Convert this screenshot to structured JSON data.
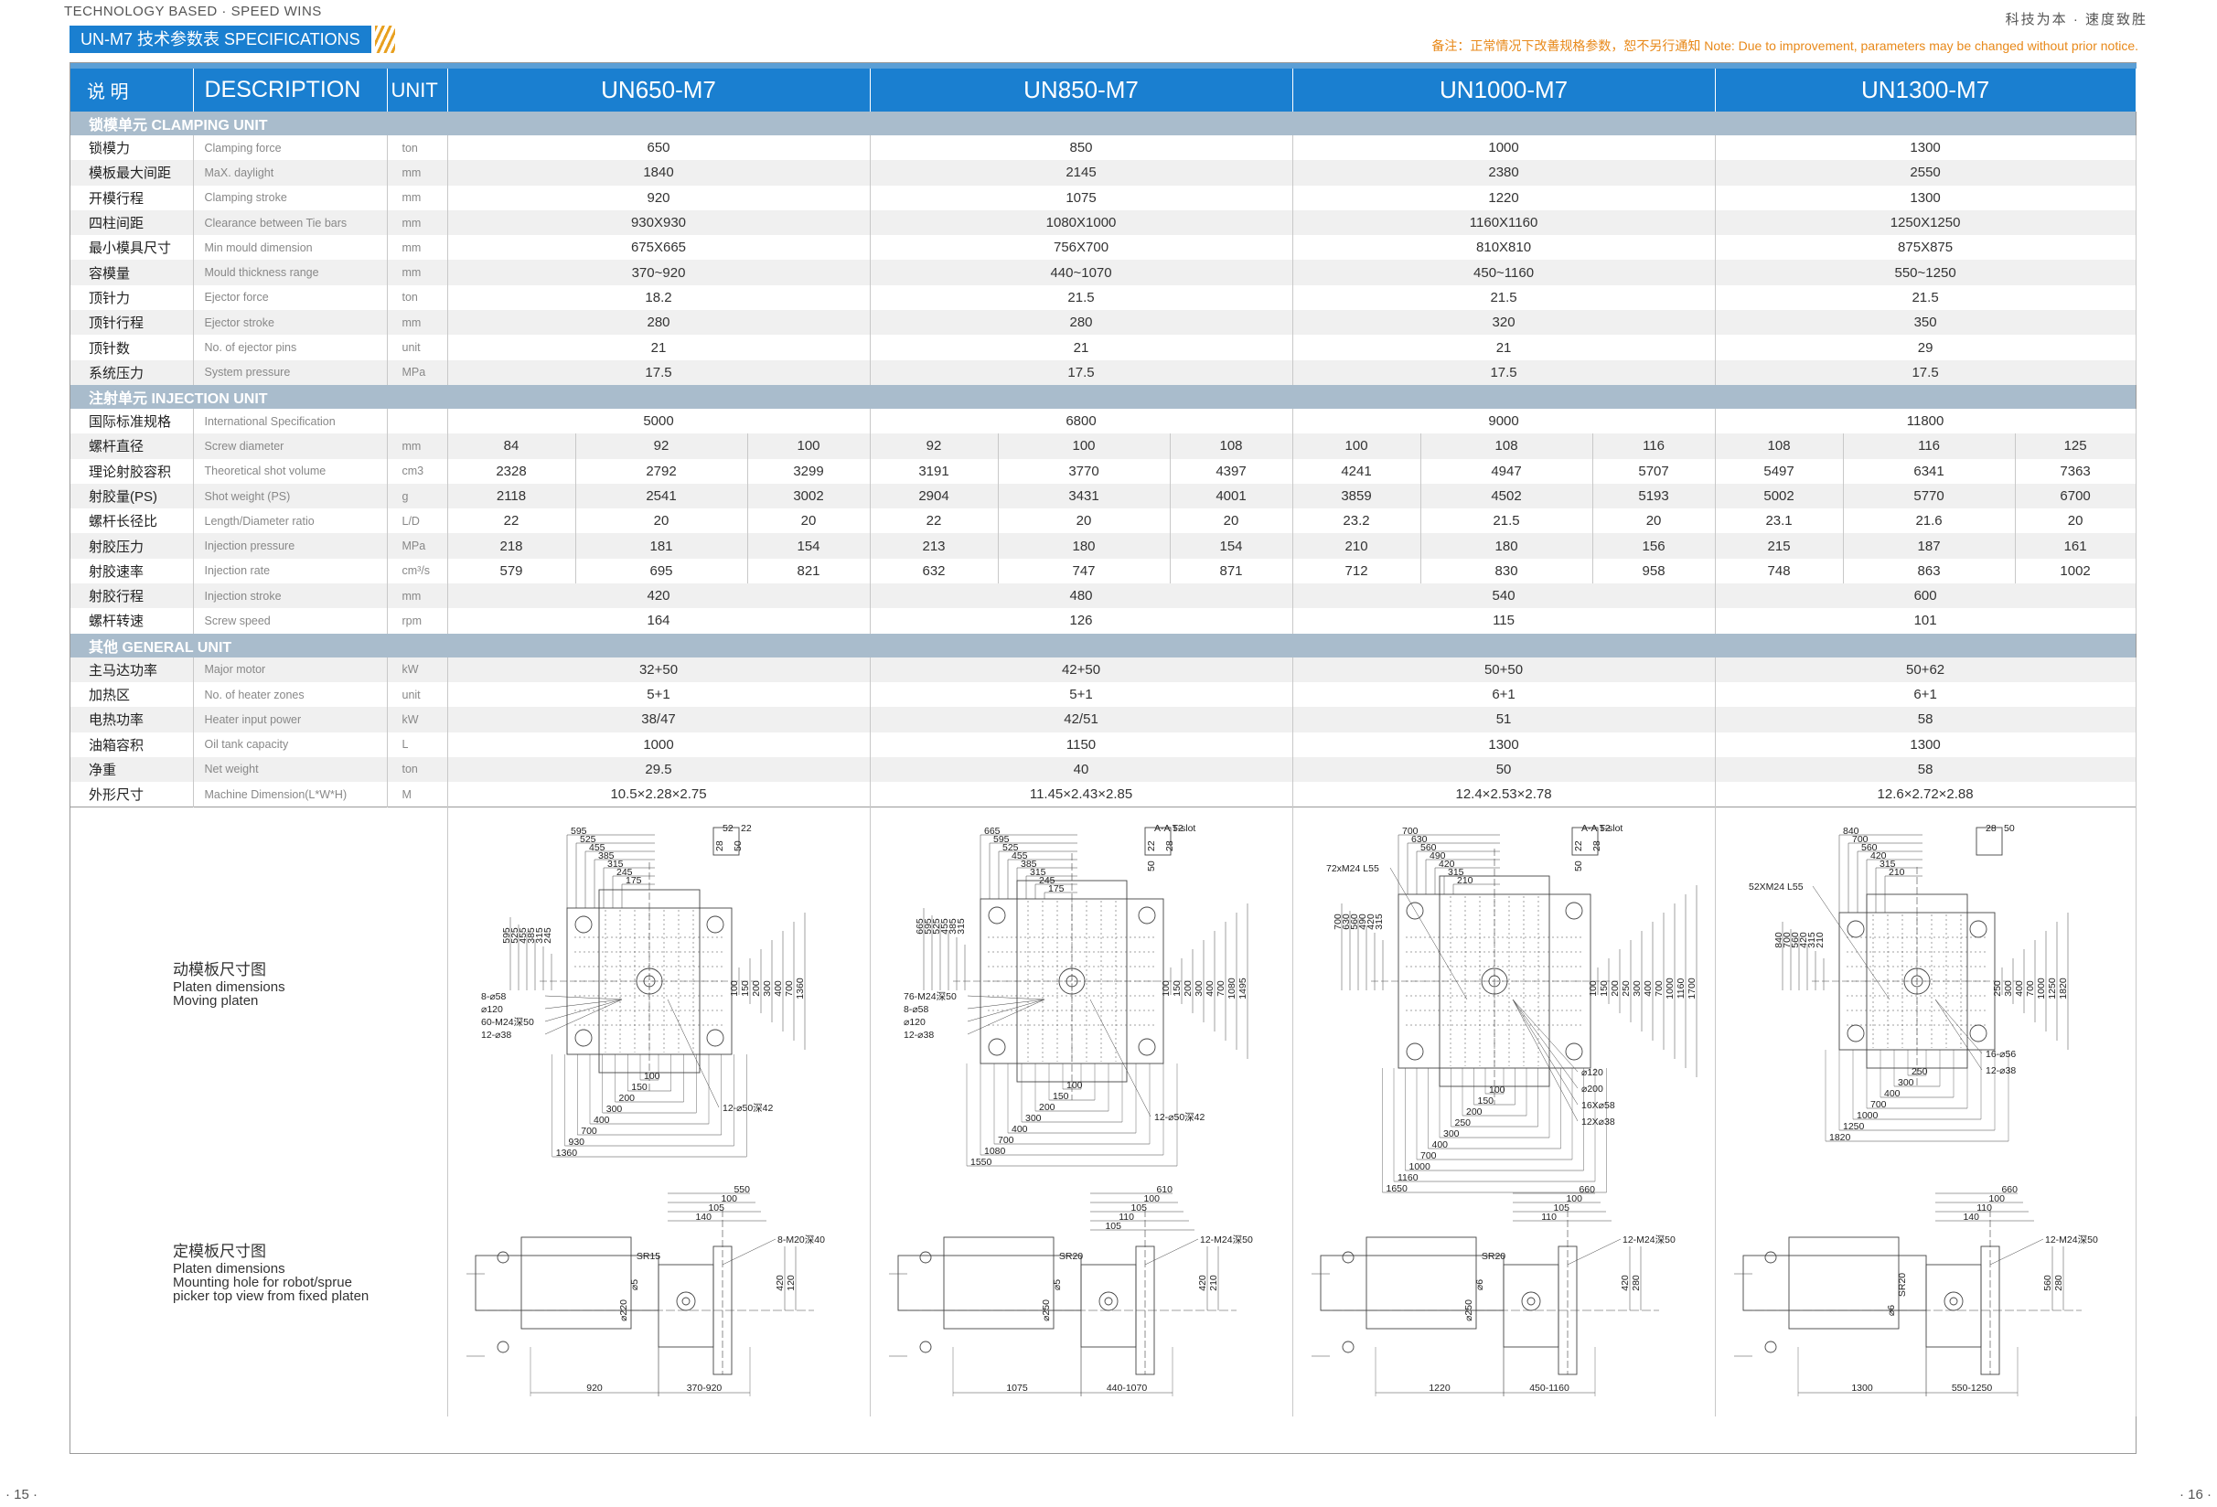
{
  "top_left": "TECHNOLOGY BASED · SPEED WINS",
  "top_right": "科技为本 · 速度致胜",
  "title": "UN-M7 技术参数表 SPECIFICATIONS",
  "note": "备注：正常情况下改善规格参数，恕不另行通知  Note: Due to improvement, parameters may be changed without prior notice.",
  "header": {
    "cn": "说  明",
    "desc": "DESCRIPTION",
    "unit": "UNIT",
    "models": [
      "UN650-M7",
      "UN850-M7",
      "UN1000-M7",
      "UN1300-M7"
    ]
  },
  "sections": [
    {
      "title": "锁模单元  CLAMPING UNIT",
      "rows": [
        {
          "cn": "锁模力",
          "en": "Clamping force",
          "unit": "ton",
          "values": [
            "650",
            "850",
            "1000",
            "1300"
          ]
        },
        {
          "cn": "模板最大间距",
          "en": "MaX. daylight",
          "unit": "mm",
          "values": [
            "1840",
            "2145",
            "2380",
            "2550"
          ]
        },
        {
          "cn": "开模行程",
          "en": "Clamping stroke",
          "unit": "mm",
          "values": [
            "920",
            "1075",
            "1220",
            "1300"
          ]
        },
        {
          "cn": "四柱间距",
          "en": "Clearance between Tie bars",
          "unit": "mm",
          "values": [
            "930X930",
            "1080X1000",
            "1160X1160",
            "1250X1250"
          ]
        },
        {
          "cn": "最小模具尺寸",
          "en": "Min mould dimension",
          "unit": "mm",
          "values": [
            "675X665",
            "756X700",
            "810X810",
            "875X875"
          ]
        },
        {
          "cn": "容模量",
          "en": "Mould thickness range",
          "unit": "mm",
          "values": [
            "370~920",
            "440~1070",
            "450~1160",
            "550~1250"
          ]
        },
        {
          "cn": "顶针力",
          "en": "Ejector force",
          "unit": "ton",
          "values": [
            "18.2",
            "21.5",
            "21.5",
            "21.5"
          ]
        },
        {
          "cn": "顶针行程",
          "en": "Ejector stroke",
          "unit": "mm",
          "values": [
            "280",
            "280",
            "320",
            "350"
          ]
        },
        {
          "cn": "顶针数",
          "en": "No. of ejector pins",
          "unit": "unit",
          "values": [
            "21",
            "21",
            "21",
            "29"
          ]
        },
        {
          "cn": "系统压力",
          "en": "System pressure",
          "unit": "MPa",
          "values": [
            "17.5",
            "17.5",
            "17.5",
            "17.5"
          ]
        }
      ]
    },
    {
      "title": "注射单元  INJECTION UNIT",
      "rows": [
        {
          "cn": "国际标准规格",
          "en": "International Specification",
          "unit": "",
          "values": [
            "5000",
            "6800",
            "9000",
            "11800"
          ]
        },
        {
          "cn": "螺杆直径",
          "en": "Screw diameter",
          "unit": "mm",
          "values": [
            "84",
            "92",
            "100",
            "92",
            "100",
            "108",
            "100",
            "108",
            "116",
            "108",
            "116",
            "125"
          ]
        },
        {
          "cn": "理论射胶容积",
          "en": "Theoretical shot volume",
          "unit": "cm3",
          "values": [
            "2328",
            "2792",
            "3299",
            "3191",
            "3770",
            "4397",
            "4241",
            "4947",
            "5707",
            "5497",
            "6341",
            "7363"
          ]
        },
        {
          "cn": "射胶量(PS)",
          "en": "Shot weight (PS)",
          "unit": "g",
          "values": [
            "2118",
            "2541",
            "3002",
            "2904",
            "3431",
            "4001",
            "3859",
            "4502",
            "5193",
            "5002",
            "5770",
            "6700"
          ]
        },
        {
          "cn": "螺杆长径比",
          "en": "Length/Diameter ratio",
          "unit": "L/D",
          "values": [
            "22",
            "20",
            "20",
            "22",
            "20",
            "20",
            "23.2",
            "21.5",
            "20",
            "23.1",
            "21.6",
            "20"
          ]
        },
        {
          "cn": "射胶压力",
          "en": "Injection pressure",
          "unit": "MPa",
          "values": [
            "218",
            "181",
            "154",
            "213",
            "180",
            "154",
            "210",
            "180",
            "156",
            "215",
            "187",
            "161"
          ]
        },
        {
          "cn": "射胶速率",
          "en": "Injection rate",
          "unit": "cm³/s",
          "values": [
            "579",
            "695",
            "821",
            "632",
            "747",
            "871",
            "712",
            "830",
            "958",
            "748",
            "863",
            "1002"
          ]
        },
        {
          "cn": "射胶行程",
          "en": "Injection stroke",
          "unit": "mm",
          "values": [
            "420",
            "480",
            "540",
            "600"
          ]
        },
        {
          "cn": "螺杆转速",
          "en": "Screw speed",
          "unit": "rpm",
          "values": [
            "164",
            "126",
            "115",
            "101"
          ]
        }
      ]
    },
    {
      "title": "其他        GENERAL UNIT",
      "rows": [
        {
          "cn": "主马达功率",
          "en": "Major motor",
          "unit": "kW",
          "values": [
            "32+50",
            "42+50",
            "50+50",
            "50+62"
          ]
        },
        {
          "cn": "加热区",
          "en": "No. of heater zones",
          "unit": "unit",
          "values": [
            "5+1",
            "5+1",
            "6+1",
            "6+1"
          ]
        },
        {
          "cn": "电热功率",
          "en": "Heater input power",
          "unit": "kW",
          "values": [
            "38/47",
            "42/51",
            "51",
            "58"
          ]
        },
        {
          "cn": "油箱容积",
          "en": "Oil tank capacity",
          "unit": "L",
          "values": [
            "1000",
            "1150",
            "1300",
            "1300"
          ]
        },
        {
          "cn": "净重",
          "en": "Net weight",
          "unit": "ton",
          "values": [
            "29.5",
            "40",
            "50",
            "58"
          ]
        },
        {
          "cn": "外形尺寸",
          "en": "Machine Dimension(L*W*H)",
          "unit": "M",
          "values": [
            "10.5×2.28×2.75",
            "11.45×2.43×2.85",
            "12.4×2.53×2.78",
            "12.6×2.72×2.88"
          ]
        }
      ]
    }
  ],
  "drawings": {
    "moving_label_cn": "动模板尺寸图",
    "moving_label_en1": "Platen dimensions",
    "moving_label_en2": "Moving platen",
    "fixed_label_cn": "定模板尺寸图",
    "fixed_label_en1": "Platen dimensions",
    "fixed_label_en2": "Mounting hole for robot/sprue",
    "fixed_label_en3": "picker top view from fixed platen",
    "moving": [
      {
        "dims_top": [
          "595",
          "525",
          "455",
          "385",
          "315",
          "245",
          "175"
        ],
        "slot": [
          "52",
          "22",
          "28",
          "50"
        ],
        "dims_right": [
          "100",
          "150",
          "200",
          "300",
          "400",
          "700",
          "1360"
        ],
        "dims_bottom": [
          "100",
          "150",
          "200",
          "300",
          "400",
          "700",
          "930",
          "1360"
        ],
        "notes": [
          "8-⌀58",
          "⌀120",
          "60-M24深50",
          "12-⌀38",
          "12-⌀50深42"
        ]
      },
      {
        "dims_top": [
          "665",
          "595",
          "525",
          "455",
          "385",
          "315",
          "245",
          "175"
        ],
        "slot": [
          "A-A T-slot",
          "52",
          "22",
          "28",
          "50"
        ],
        "dims_right": [
          "100",
          "150",
          "200",
          "300",
          "400",
          "700",
          "1080",
          "1495"
        ],
        "dims_bottom": [
          "100",
          "150",
          "200",
          "300",
          "400",
          "700",
          "1080",
          "1550"
        ],
        "notes": [
          "76-M24深50",
          "8-⌀58",
          "⌀120",
          "12-⌀38",
          "12-⌀50深42"
        ]
      },
      {
        "dims_top": [
          "700",
          "630",
          "560",
          "490",
          "420",
          "315",
          "210"
        ],
        "slot": [
          "A-A T-slot",
          "52",
          "22",
          "28",
          "50"
        ],
        "dims_right": [
          "100",
          "150",
          "200",
          "250",
          "300",
          "400",
          "700",
          "1000",
          "1160",
          "1700"
        ],
        "dims_bottom": [
          "100",
          "150",
          "200",
          "250",
          "300",
          "400",
          "700",
          "1000",
          "1160",
          "1650"
        ],
        "notes": [
          "72xM24 L55",
          "⌀120",
          "⌀200",
          "16X⌀58",
          "12X⌀38"
        ]
      },
      {
        "dims_top": [
          "840",
          "700",
          "560",
          "420",
          "315",
          "210"
        ],
        "slot": [
          "28",
          "50"
        ],
        "dims_right": [
          "250",
          "300",
          "400",
          "700",
          "1000",
          "1250",
          "1820"
        ],
        "dims_bottom": [
          "250",
          "300",
          "400",
          "700",
          "1000",
          "1250",
          "1820"
        ],
        "notes": [
          "52XM24 L55",
          "16-⌀56",
          "12-⌀38"
        ]
      }
    ],
    "fixed": [
      {
        "top": [
          "550",
          "100",
          "105",
          "140"
        ],
        "thread": "8-M20深40",
        "right": [
          "420",
          "120"
        ],
        "side": [
          "⌀220",
          "⌀5",
          "SR15"
        ],
        "bottom": [
          "920",
          "370-920"
        ]
      },
      {
        "top": [
          "610",
          "100",
          "105",
          "110",
          "105"
        ],
        "thread": "12-M24深50",
        "right": [
          "420",
          "210"
        ],
        "side": [
          "⌀250",
          "⌀5",
          "SR20"
        ],
        "bottom": [
          "1075",
          "440-1070"
        ]
      },
      {
        "top": [
          "660",
          "100",
          "105",
          "110"
        ],
        "thread": "12-M24深50",
        "right": [
          "420",
          "280"
        ],
        "side": [
          "⌀250",
          "⌀6",
          "SR20"
        ],
        "bottom": [
          "1220",
          "450-1160"
        ]
      },
      {
        "top": [
          "660",
          "100",
          "110",
          "140"
        ],
        "thread": "12-M24深50",
        "right": [
          "560",
          "280"
        ],
        "side": [
          "⌀6",
          "SR20"
        ],
        "bottom": [
          "1300",
          "550-1250"
        ]
      }
    ]
  },
  "page_left": "· 15 ·",
  "page_right": "· 16 ·"
}
